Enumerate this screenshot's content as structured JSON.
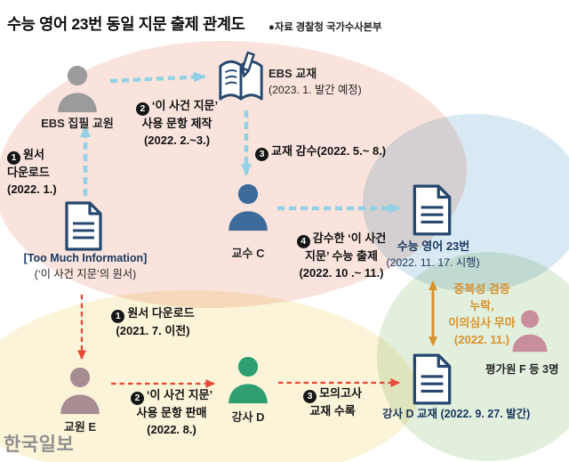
{
  "header": {
    "title": "수능 영어 23번 동일 지문 출제 관계도",
    "source": "●자료 경찰청 국가수사본부"
  },
  "logo": "한국일보",
  "nodes": {
    "ebs_teacher": {
      "label": "EBS 집필 교원"
    },
    "ebs_book": {
      "label": "EBS 교재",
      "sub": "(2023. 1. 발간 예정)"
    },
    "professor_c": {
      "label": "교수 C"
    },
    "tmi_doc": {
      "label": "[Too Much Information]",
      "sub": "(‘이 사건 지문’의 원서)"
    },
    "csat_doc": {
      "label": "수능 영어 23번",
      "sub": "(2022. 11. 17. 시행)"
    },
    "teacher_e": {
      "label": "교원 E"
    },
    "instructor_d": {
      "label": "강사 D"
    },
    "instructor_d_book": {
      "label": "강사 D 교재 (2022. 9. 27. 발간)"
    },
    "evaluator_f": {
      "label": "평가원 F 등 3명"
    }
  },
  "steps": {
    "download_top": {
      "num": "1",
      "text": "원서\n다운로드\n(2022. 1.)"
    },
    "create_items": {
      "num": "2",
      "text": "‘이 사건 지문’\n사용 문항 제작\n(2022. 2.~3.)"
    },
    "review": {
      "num": "3",
      "text": "교재 감수(2022. 5.~ 8.)"
    },
    "submit_csat": {
      "num": "4",
      "text": "감수한 ‘이 사건\n지문’ 수능 출제\n(2022. 10 .~ 11.)"
    },
    "download_bottom": {
      "num": "1",
      "text": "원서 다운로드\n(2021. 7. 이전)"
    },
    "sell_items": {
      "num": "2",
      "text": "‘이 사건 지문’\n사용 문항 판매\n(2022. 8.)"
    },
    "include_mock": {
      "num": "3",
      "text": "모의고사\n교재 수록"
    }
  },
  "annotation": {
    "text": "중복성 검증\n누락,\n이의심사 무마\n(2022. 11.)"
  },
  "colors": {
    "flow_top": "#93d2e6",
    "flow_bottom": "#e6493a",
    "accent_orange": "#d8922e",
    "person_gray": "#9b9b9b",
    "person_blue": "#3c6b9c",
    "person_mauve": "#a78d91",
    "person_green": "#2f9e70",
    "person_pink": "#c98e9c",
    "doc_navy": "#26476e",
    "label_dark": "#262626",
    "label_navy": "#17375d",
    "blob_pink": "#f9e3dc",
    "blob_yellow": "#fcf4d9",
    "blob_blue": "#d9e9f3",
    "blob_green": "#e2efdd",
    "logo_gray": "#8f8f8f"
  }
}
